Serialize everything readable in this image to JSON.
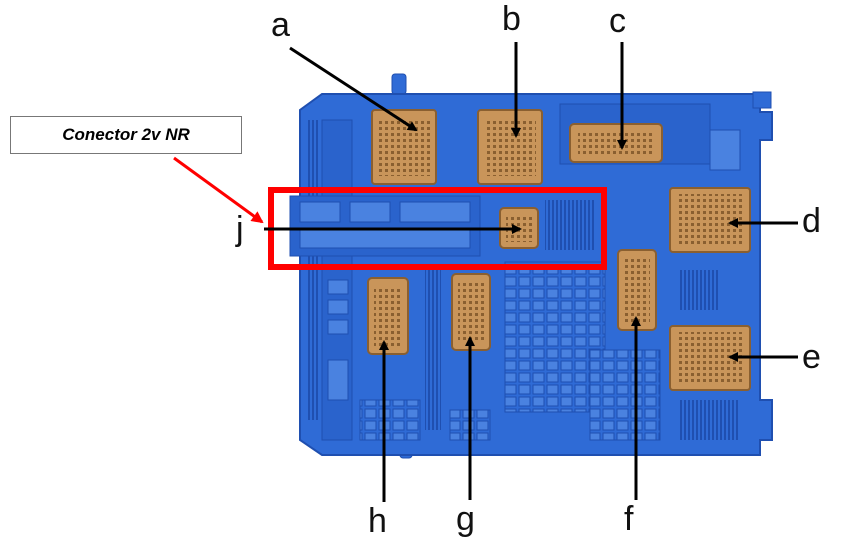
{
  "callout": {
    "text": "Conector 2v NR"
  },
  "labels": {
    "a": "a",
    "b": "b",
    "c": "c",
    "d": "d",
    "e": "e",
    "f": "f",
    "g": "g",
    "h": "h",
    "j": "j"
  },
  "colors": {
    "housing": "#2f6bd6",
    "housing_dark": "#1f4fb0",
    "housing_light": "#5b8de6",
    "connector": "#c9955a",
    "connector_dark": "#8a5f30",
    "highlight": "#ff0000",
    "arrow": "#000000"
  }
}
